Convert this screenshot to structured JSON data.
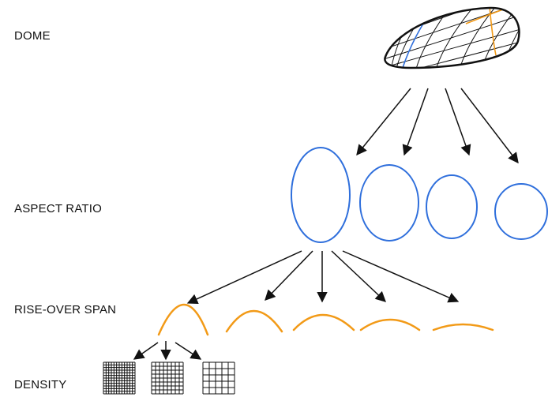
{
  "labels": {
    "dome": "DOME",
    "aspect_ratio": "ASPECT RATIO",
    "rise_over_span": "RISE-OVER SPAN",
    "density": "DENSITY"
  },
  "colors": {
    "blue": "#2f6fdc",
    "orange": "#f29a17",
    "black": "#111111"
  },
  "icons": {
    "dome": "dome-wireframe-icon",
    "aspect_ratio_shapes": [
      "ellipse-tall",
      "ellipse-medium",
      "ellipse-wide",
      "circle"
    ],
    "rise_arcs": [
      "arc-high",
      "arc-medium-high",
      "arc-medium",
      "arc-low",
      "arc-flat"
    ],
    "density_grids": [
      "grid-fine",
      "grid-medium",
      "grid-coarse"
    ]
  }
}
